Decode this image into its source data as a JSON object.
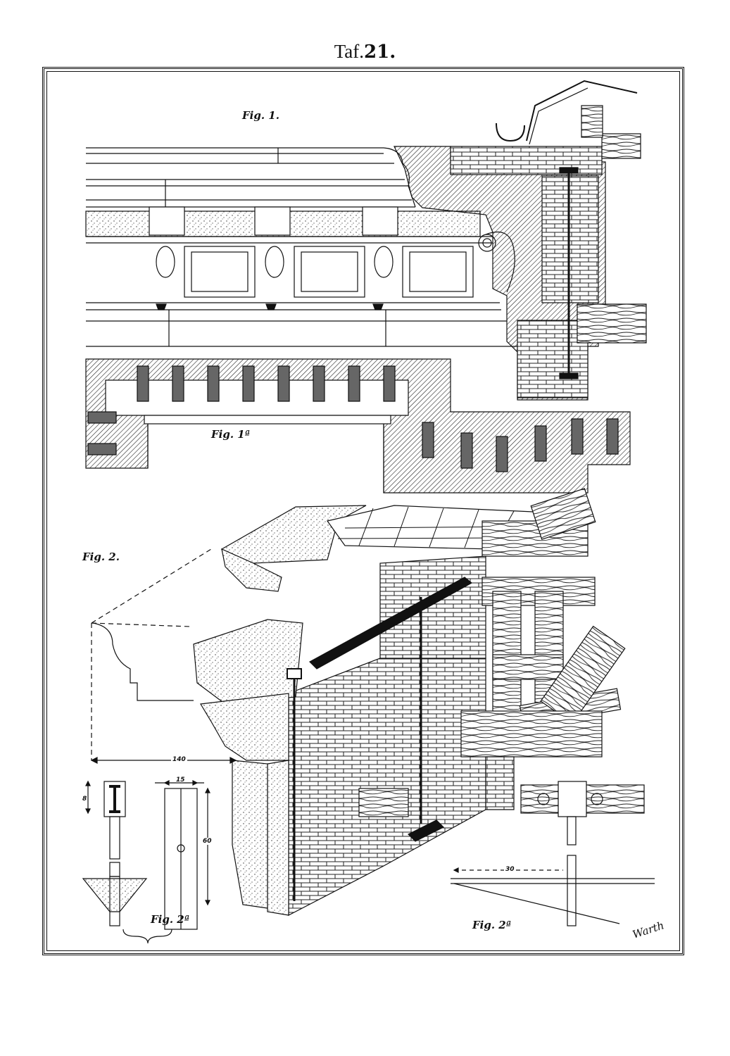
{
  "plate": {
    "prefix": "Taf.",
    "number": "21."
  },
  "figures": {
    "fig1": "Fig. 1.",
    "fig1a": "Fig. 1ª",
    "fig2": "Fig. 2.",
    "fig2a_left": "Fig. 2ª",
    "fig2a_right": "Fig. 2ª"
  },
  "dimensions": {
    "overall_width": "140",
    "plate_width": "15",
    "plate_height": "60",
    "bolt_head": "8",
    "rod_length": "30"
  },
  "signature": "Warth"
}
